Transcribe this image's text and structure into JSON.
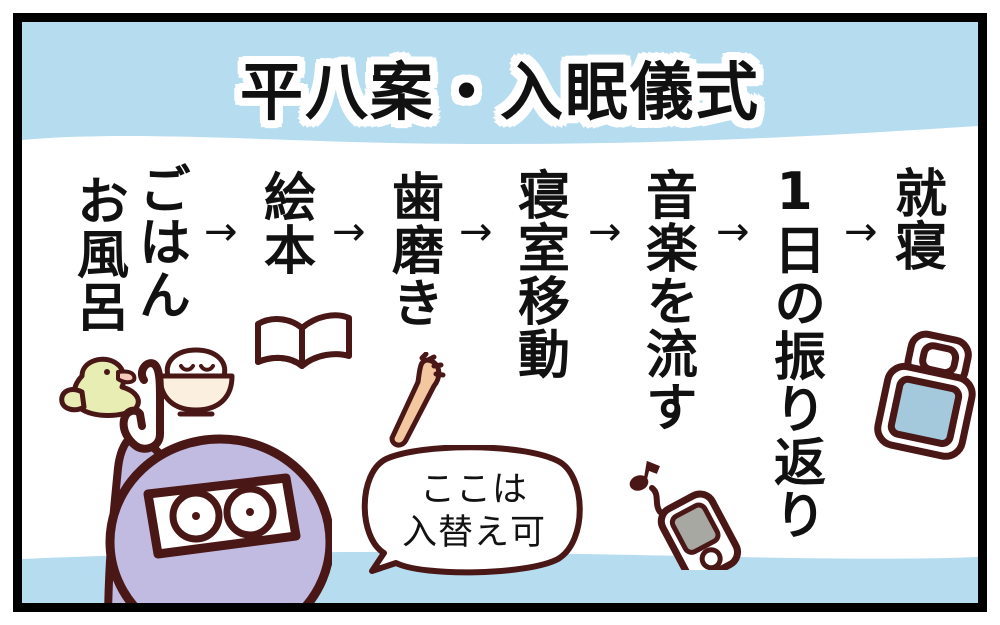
{
  "page": {
    "title": "平八案・入眠儀式",
    "colors": {
      "band_blue": "#b6dcef",
      "outline_maroon": "#4a1717",
      "character_purple": "#c1bbe2",
      "duck_body": "#e8edb4",
      "duck_beak": "#f6c9bd",
      "bowl_cream": "#fbf0e0",
      "toothbrush_tan": "#f3c79f",
      "player_grey": "#a8a8a2",
      "futon_blue": "#a4c9dd",
      "text_black": "#111111"
    }
  },
  "flow": {
    "steps": [
      {
        "label": "お風呂",
        "icon": "rubber-duck-icon"
      },
      {
        "label": "ごはん",
        "icon": "rice-bowl-icon"
      },
      {
        "label": "絵本",
        "icon": "open-book-icon"
      },
      {
        "label": "歯磨き",
        "icon": "toothbrush-icon"
      },
      {
        "label": "寝室移動",
        "icon": "none"
      },
      {
        "label": "音楽を流す",
        "icon": "music-player-icon"
      },
      {
        "label": "1日の振り返り",
        "icon": "none"
      },
      {
        "label": "就寝",
        "icon": "futon-icon"
      }
    ],
    "arrow_glyph": "→",
    "arrow_count": 6
  },
  "bubble": {
    "line1": "ここは",
    "line2": "入替え可"
  },
  "character": {
    "name": "purple-ninja-character",
    "gesture": "pointing-up"
  }
}
